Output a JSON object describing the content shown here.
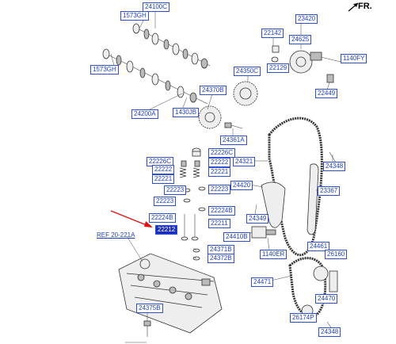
{
  "header": {
    "orientation": "FR."
  },
  "reference": {
    "label": "REF 20-221A"
  },
  "callouts": [
    {
      "id": "24100C",
      "label": "24100C"
    },
    {
      "id": "1573GH-a",
      "label": "1573GH"
    },
    {
      "id": "1573GH-b",
      "label": "1573GH"
    },
    {
      "id": "24200A",
      "label": "24200A"
    },
    {
      "id": "1430JB",
      "label": "1430JB"
    },
    {
      "id": "24370B",
      "label": "24370B"
    },
    {
      "id": "24350C",
      "label": "24350C"
    },
    {
      "id": "24361A",
      "label": "24361A"
    },
    {
      "id": "23420",
      "label": "23420"
    },
    {
      "id": "22142",
      "label": "22142"
    },
    {
      "id": "24625",
      "label": "24625"
    },
    {
      "id": "22129",
      "label": "22129"
    },
    {
      "id": "1140FY",
      "label": "1140FY"
    },
    {
      "id": "22449",
      "label": "22449"
    },
    {
      "id": "22226C-l",
      "label": "22226C"
    },
    {
      "id": "22226C-r",
      "label": "22226C"
    },
    {
      "id": "22222-l1",
      "label": "22222"
    },
    {
      "id": "22222-r1",
      "label": "22222"
    },
    {
      "id": "22221-l",
      "label": "22221"
    },
    {
      "id": "22221-r",
      "label": "22221"
    },
    {
      "id": "22223-l1",
      "label": "22223"
    },
    {
      "id": "22223-r",
      "label": "22223"
    },
    {
      "id": "22223-l2",
      "label": "22223"
    },
    {
      "id": "22224B-l",
      "label": "22224B"
    },
    {
      "id": "22224B-r",
      "label": "22224B"
    },
    {
      "id": "22211",
      "label": "22211"
    },
    {
      "id": "22212",
      "label": "22212"
    },
    {
      "id": "24321",
      "label": "24321"
    },
    {
      "id": "24348-a",
      "label": "24348"
    },
    {
      "id": "24420",
      "label": "24420"
    },
    {
      "id": "23367",
      "label": "23367"
    },
    {
      "id": "24349",
      "label": "24349"
    },
    {
      "id": "24410B",
      "label": "24410B"
    },
    {
      "id": "1140ER",
      "label": "1140ER"
    },
    {
      "id": "24371B",
      "label": "24371B"
    },
    {
      "id": "24372B",
      "label": "24372B"
    },
    {
      "id": "24461",
      "label": "24461"
    },
    {
      "id": "26160",
      "label": "26160"
    },
    {
      "id": "24471",
      "label": "24471"
    },
    {
      "id": "24470",
      "label": "24470"
    },
    {
      "id": "24375B",
      "label": "24375B"
    },
    {
      "id": "26174P",
      "label": "26174P"
    },
    {
      "id": "24348-b",
      "label": "24348"
    }
  ]
}
